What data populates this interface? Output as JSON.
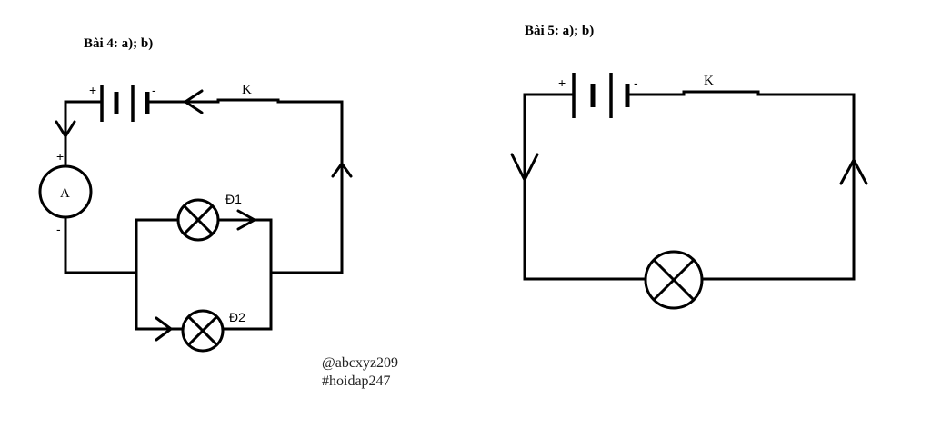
{
  "circuit_4": {
    "heading": "Bài 4: a); b)",
    "switch_label": "K",
    "battery_plus": "+",
    "battery_minus": "-",
    "ammeter_label": "A",
    "ammeter_plus": "+",
    "ammeter_minus": "-",
    "lamp1_label": "Đ1",
    "lamp2_label": "Đ2"
  },
  "circuit_5": {
    "heading": "Bài 5: a); b)",
    "switch_label": "K",
    "battery_plus": "+",
    "battery_minus": "-"
  },
  "credits": {
    "author": "@abcxyz209",
    "site": "#hoidap247"
  },
  "colors": {
    "wire": "#000000",
    "background": "#ffffff"
  }
}
